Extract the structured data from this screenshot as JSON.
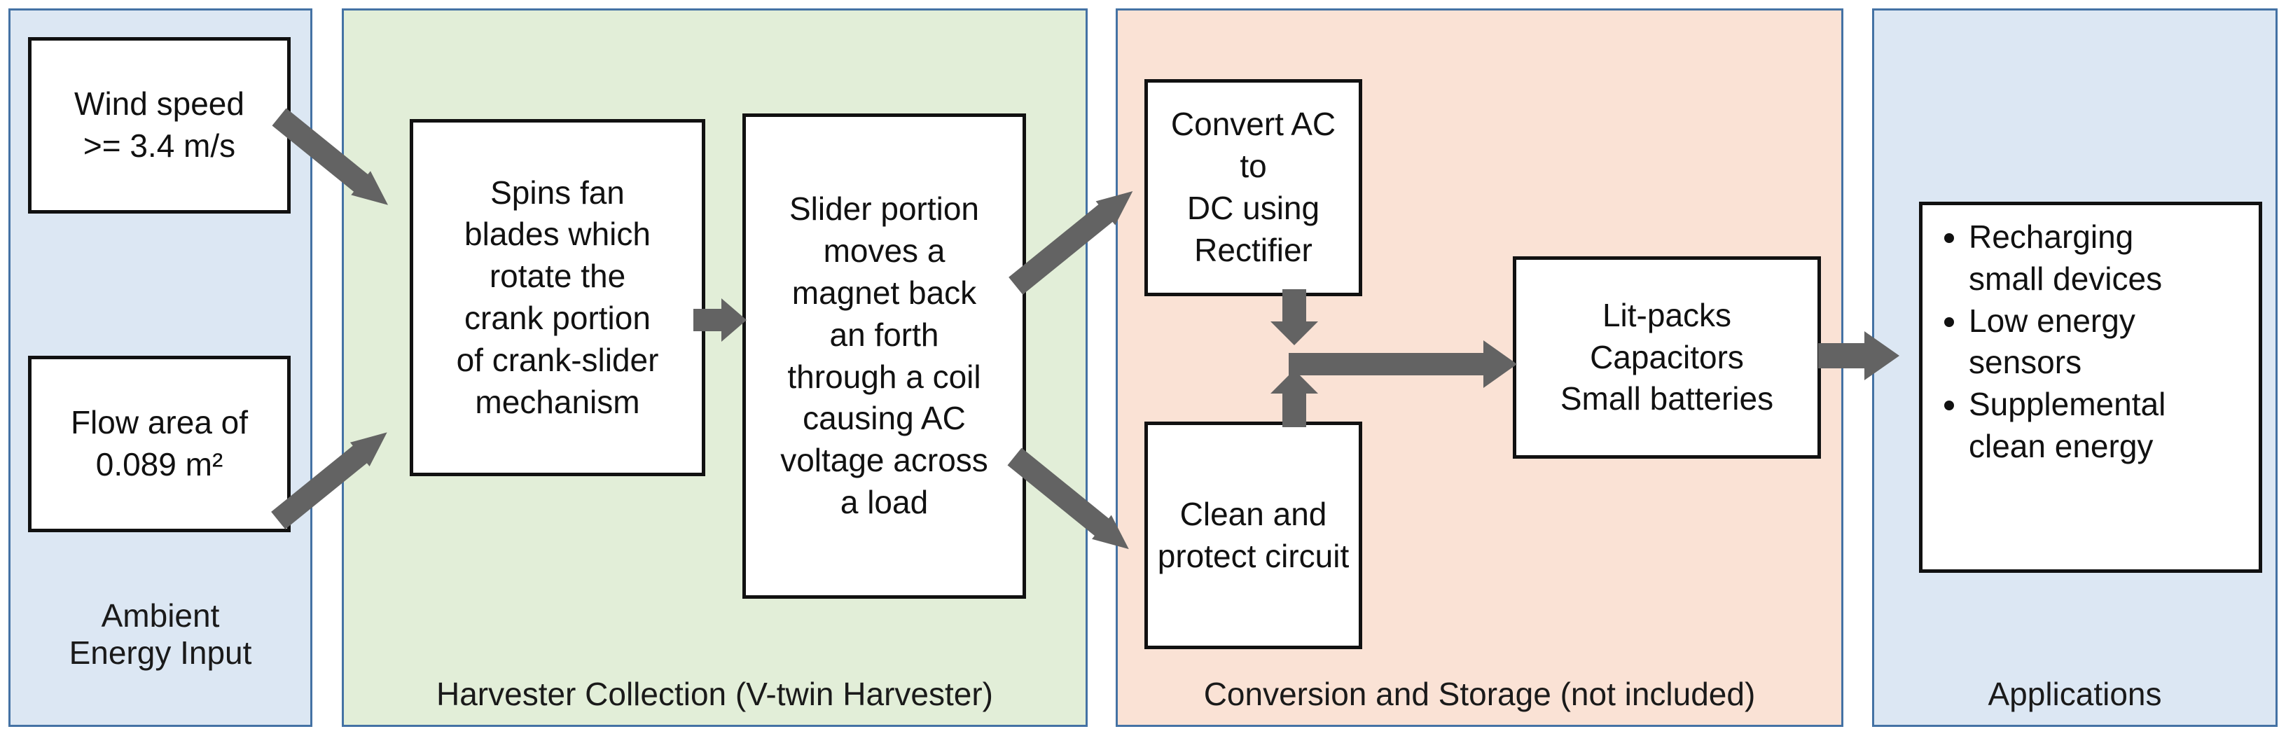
{
  "diagram": {
    "title": "Wind energy harvester flow diagram",
    "arrow_color": "#636363",
    "node_border_color": "#111111",
    "node_fill": "#ffffff",
    "panel_border_color": "#4472a4"
  },
  "panels": [
    {
      "id": "ambient-energy-input",
      "caption": "Ambient\nEnergy Input",
      "fill": "#dce7f3",
      "nodes": [
        {
          "id": "wind-speed",
          "text": "Wind speed\n>=  3.4 m/s"
        },
        {
          "id": "flow-area",
          "text": "Flow area of\n0.089 m²"
        }
      ]
    },
    {
      "id": "harvester-collection",
      "caption": "Harvester Collection (V-twin Harvester)",
      "fill": "#e2eed8",
      "nodes": [
        {
          "id": "spins-fan-blades",
          "text": "Spins fan\nblades which\nrotate the\ncrank portion\nof crank-slider\nmechanism"
        },
        {
          "id": "slider-portion",
          "text": "Slider portion\nmoves a\nmagnet back\nan forth\nthrough a coil\ncausing AC\nvoltage across\na load"
        }
      ]
    },
    {
      "id": "conversion-and-storage",
      "caption": "Conversion and Storage (not included)",
      "fill": "#fae2d5",
      "nodes": [
        {
          "id": "convert-ac-to-dc",
          "text": "Convert AC to\nDC using\nRectifier"
        },
        {
          "id": "clean-and-protect-circuit",
          "text": "Clean and\nprotect circuit"
        },
        {
          "id": "storage-devices",
          "text": "Lit-packs\nCapacitors\nSmall batteries"
        }
      ]
    },
    {
      "id": "applications",
      "caption": "Applications",
      "fill": "#dce7f3",
      "nodes": [
        {
          "id": "applications-list",
          "bullets": [
            "Recharging\nsmall devices",
            "Low energy\nsensors",
            "Supplemental\nclean energy"
          ]
        }
      ]
    }
  ],
  "arrows": [
    {
      "id": "wind-speed-to-spins-fan",
      "direction": "down-right"
    },
    {
      "id": "flow-area-to-spins-fan",
      "direction": "up-right"
    },
    {
      "id": "spins-fan-to-slider",
      "direction": "right"
    },
    {
      "id": "slider-to-convert-ac",
      "direction": "up-right"
    },
    {
      "id": "slider-to-clean-protect",
      "direction": "down-right"
    },
    {
      "id": "convert-ac-down",
      "direction": "down"
    },
    {
      "id": "clean-protect-up",
      "direction": "up"
    },
    {
      "id": "junction-to-storage",
      "direction": "right"
    },
    {
      "id": "storage-to-applications",
      "direction": "right"
    }
  ]
}
